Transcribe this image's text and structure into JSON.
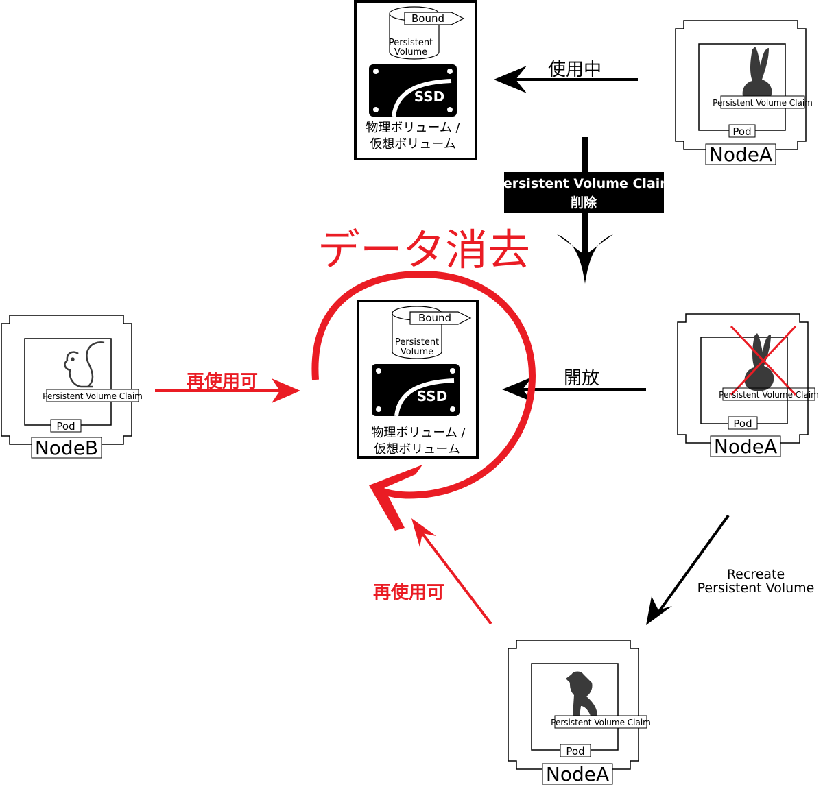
{
  "colors": {
    "accent": "#ea1c24",
    "ink": "#000000",
    "icon": "#3a3a3a"
  },
  "storage": {
    "status_label": "Bound",
    "volume_label_line1": "Persistent",
    "volume_label_line2": "Volume",
    "disk_label": "SSD",
    "caption_line1": "物理ボリューム /",
    "caption_line2": "仮想ボリューム"
  },
  "nodes": {
    "top_right": {
      "node_label": "NodeA",
      "pod_label": "Pod",
      "claim_label": "Persistent Volume Claim",
      "icon": "rabbit-icon"
    },
    "middle_right": {
      "node_label": "NodeA",
      "pod_label": "Pod",
      "claim_label": "Persistent Volume Claim",
      "icon": "rabbit-icon-crossed"
    },
    "left": {
      "node_label": "NodeB",
      "pod_label": "Pod",
      "claim_label": "Persistent Volume Claim",
      "icon": "squirrel-icon"
    },
    "bottom": {
      "node_label": "NodeA",
      "pod_label": "Pod",
      "claim_label": "Persistent Volume Claim",
      "icon": "dog-icon"
    }
  },
  "arrows": {
    "in_use": "使用中",
    "delete_line1": "Persistent Volume Claim",
    "delete_line2": "削除",
    "release": "開放",
    "reuse_left": "再使用可",
    "reuse_bottom": "再使用可",
    "recreate_line1": "Recreate",
    "recreate_line2": "Persistent Volume"
  },
  "data_erase": "データ消去"
}
